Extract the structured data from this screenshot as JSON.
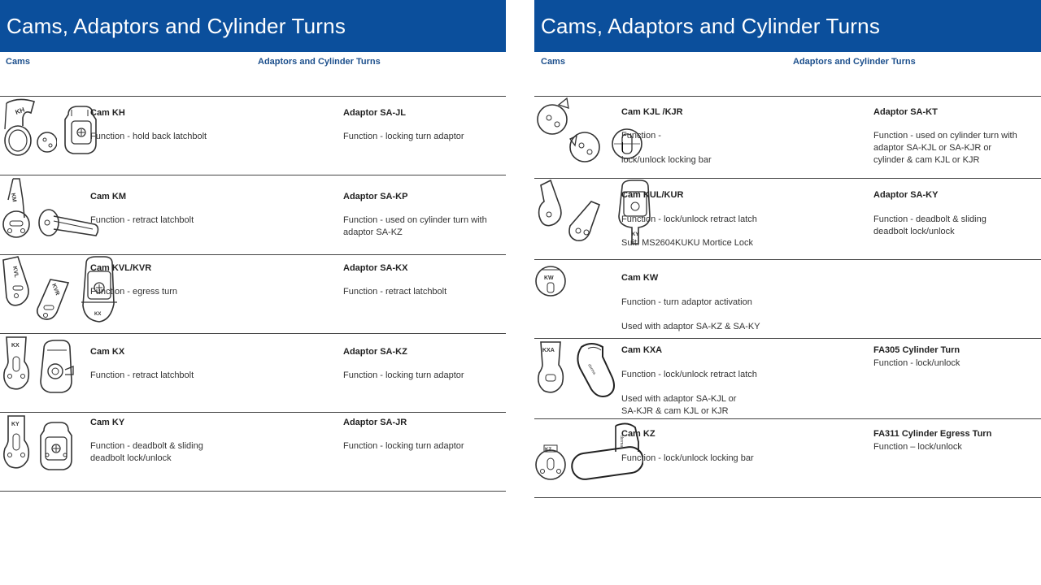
{
  "left": {
    "banner": "Cams, Adaptors and Cylinder Turns",
    "sub_left": "Cams",
    "sub_right": "Adaptors and Cylinder Turns",
    "rows": [
      {
        "a_title": "Cam KH",
        "a_lines": [
          "Function - hold back latchbolt"
        ],
        "b_title": "Adaptor SA-JL",
        "b_lines": [
          "Function - locking turn adaptor"
        ]
      },
      {
        "a_title": "Cam KM",
        "a_lines": [
          "Function - retract latchbolt"
        ],
        "b_title": "Adaptor SA-KP",
        "b_lines": [
          "Function - used on cylinder turn with",
          "adaptor SA-KZ"
        ]
      },
      {
        "a_title": "Cam KVL/KVR",
        "a_lines": [
          "Function - egress turn"
        ],
        "b_title": "Adaptor SA-KX",
        "b_lines": [
          "Function - retract latchbolt"
        ]
      },
      {
        "a_title": "Cam KX",
        "a_lines": [
          "Function - retract latchbolt"
        ],
        "b_title": "Adaptor SA-KZ",
        "b_lines": [
          "Function - locking turn adaptor"
        ]
      },
      {
        "a_title": "Cam KY",
        "a_lines": [
          "Function - deadbolt & sliding",
          "deadbolt lock/unlock"
        ],
        "b_title": "Adaptor SA-JR",
        "b_lines": [
          "Function - locking turn adaptor"
        ]
      }
    ],
    "marks": {
      "kh": "KH",
      "km": "KM",
      "kvl": "KVL",
      "kvr": "KVR",
      "kx": "KX",
      "ky": "KY"
    }
  },
  "right": {
    "banner": "Cams, Adaptors and Cylinder Turns",
    "sub_left": "Cams",
    "sub_right": "Adaptors and Cylinder Turns",
    "rows": [
      {
        "a_title": "Cam KJL /KJR",
        "a_pre": "Function -",
        "a_post": "lock/unlock locking bar",
        "b_title": "Adaptor SA-KT",
        "b_lines": [
          "Function - used on cylinder turn with",
          "adaptor SA-KJL or SA-KJR or",
          "cylinder & cam KJL or KJR"
        ]
      },
      {
        "a_title": "Cam KUL/KUR",
        "a_l1": "Function - lock/unlock retract latch",
        "a_l2": "Suit: MS2604KUKU Mortice Lock",
        "b_title": "Adaptor SA-KY",
        "b_lines": [
          "Function - deadbolt & sliding",
          "deadbolt lock/unlock"
        ]
      },
      {
        "a_title": "Cam KW",
        "a_l1": "Function - turn adaptor activation",
        "a_l2": "Used with adaptor SA-KZ & SA-KY"
      },
      {
        "a_title": "Cam KXA",
        "a_l1": "Function - lock/unlock retract latch",
        "a_l2": "Used with adaptor SA-KJL or",
        "a_l3": "SA-KJR & cam KJL or KJR",
        "b_title": "FA305 Cylinder Turn",
        "b_lines": [
          "Function - lock/unlock"
        ]
      },
      {
        "a_title": "Cam KZ",
        "a_lines": [
          "Function - lock/unlock locking bar"
        ],
        "b_title": "FA311 Cylinder Egress Turn",
        "b_lines": [
          "Function – lock/unlock"
        ]
      }
    ],
    "marks": {
      "kw": "KW",
      "kxa": "KXA",
      "kz": "KZ",
      "ky": "KY"
    }
  }
}
